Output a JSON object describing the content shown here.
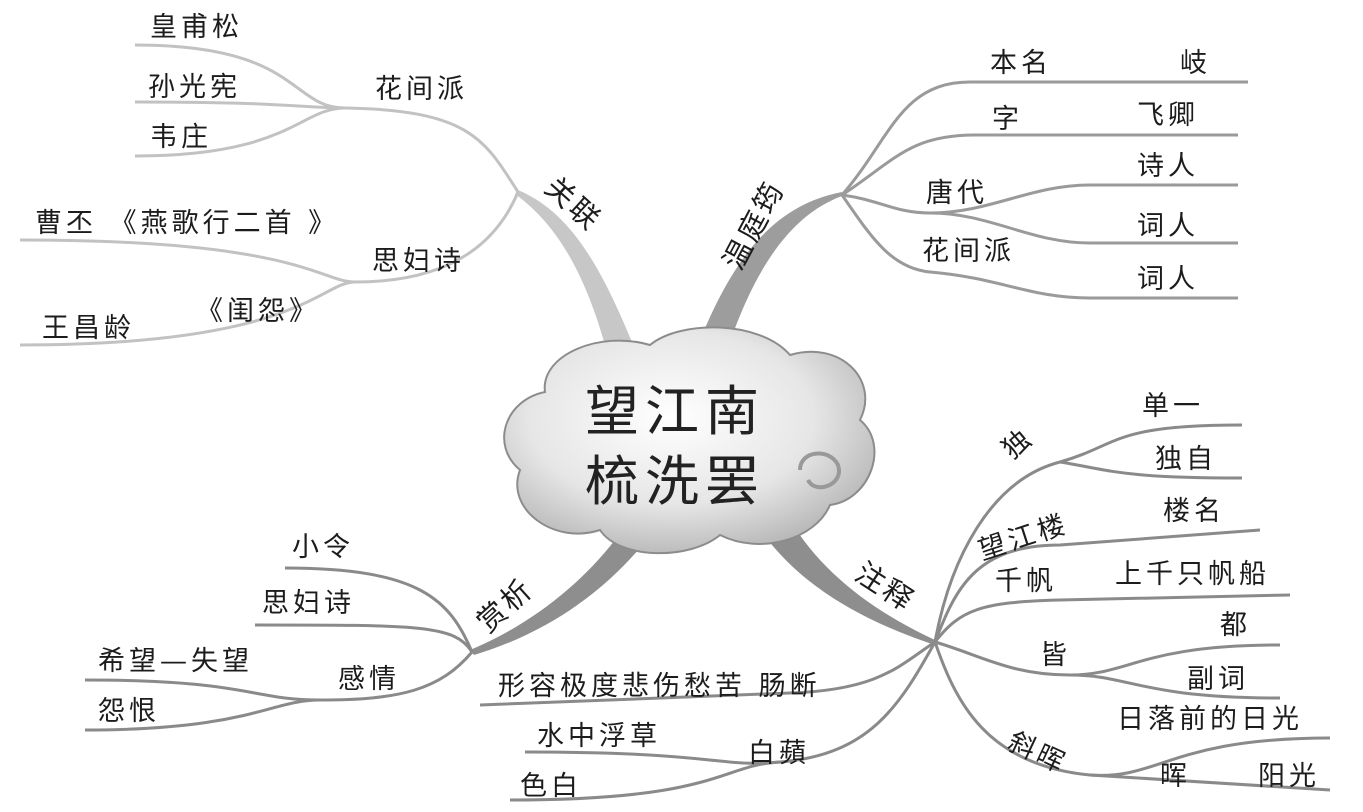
{
  "center": {
    "line1": "望江南",
    "line2": "梳洗罢"
  },
  "branches": {
    "wen": {
      "label": "温庭筠",
      "benming": "本名",
      "qi": "岐",
      "zi": "字",
      "feiqing": "飞卿",
      "tangdai": "唐代",
      "shiren": "诗人",
      "ciren1": "词人",
      "huajianpai": "花间派",
      "ciren2": "词人"
    },
    "guanlian": {
      "label": "关联",
      "huajianpai": "花间派",
      "huangfusong": "皇甫松",
      "sunguangxian": "孙光宪",
      "weizhuang": "韦庄",
      "sifushi": "思妇诗",
      "caopi": "曹丕 《燕歌行二首 》",
      "wangchangling": "王昌龄",
      "guiyuan": "《闺怨》"
    },
    "shangxi": {
      "label": "赏析",
      "xiaoling": "小令",
      "sifushi": "思妇诗",
      "ganqing": "感情",
      "xiwang": "希望—失望",
      "yuanhen": "怨恨"
    },
    "zhushi": {
      "label": "注释",
      "du": "独",
      "danyi": "单一",
      "duzi": "独自",
      "wangjianglou": "望江楼",
      "louming": "楼名",
      "qianfan": "千帆",
      "shangqian": "上千只帆船",
      "jie": "皆",
      "dou": "都",
      "fuci": "副词",
      "xiehui": "斜晖",
      "riluo": "日落前的日光",
      "hui": "晖",
      "yangguang": "阳光",
      "changduan": "形容极度悲伤愁苦 肠断",
      "baipin": "白蘋",
      "shuizhong": "水中浮草",
      "sebai": "色白"
    }
  }
}
